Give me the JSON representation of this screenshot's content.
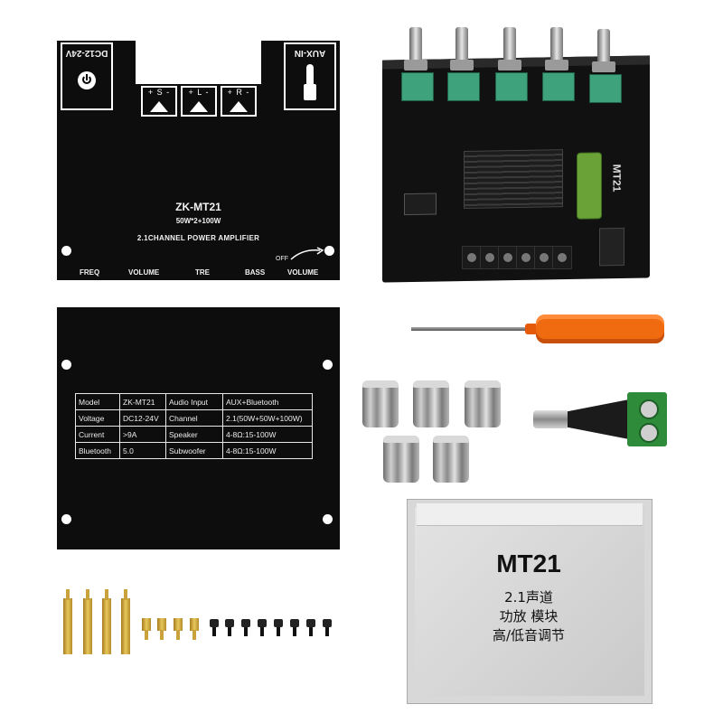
{
  "top_panel": {
    "power_label": "DC12-24V",
    "aux_label": "AUX-IN",
    "speaker_labels": [
      "+ S -",
      "+ L -",
      "+ R -"
    ],
    "model": "ZK-MT21",
    "power_spec": "50W*2+100W",
    "amp_type": "2.1CHANNEL POWER AMPLIFIER",
    "off_label": "OFF",
    "knob_labels": [
      "FREQ",
      "VOLUME",
      "TRE",
      "BASS",
      "VOLUME"
    ]
  },
  "board": {
    "silk_model": "MT21"
  },
  "bottom_panel": {
    "spec_table": [
      [
        "Model",
        "ZK-MT21",
        "Audio Input",
        "AUX+Bluetooth"
      ],
      [
        "Voltage",
        "DC12-24V",
        "Channel",
        "2.1(50W+50W+100W)"
      ],
      [
        "Current",
        ">9A",
        "Speaker",
        "4-8Ω:15-100W"
      ],
      [
        "Bluetooth",
        "5.0",
        "Subwoofer",
        "4-8Ω:15-100W"
      ]
    ]
  },
  "box": {
    "model": "MT21",
    "line1": "2.1声道",
    "line2": "功放 模块",
    "line3": "高/低音调节"
  },
  "colors": {
    "panel_black": "#0d0d0d",
    "screwdriver_handle": "#f06a0f",
    "terminal_green": "#2e8b3a",
    "pot_green": "#3ea27d",
    "box_gray": "#d6d6d6",
    "standoff_brass": "#d4b14a"
  }
}
